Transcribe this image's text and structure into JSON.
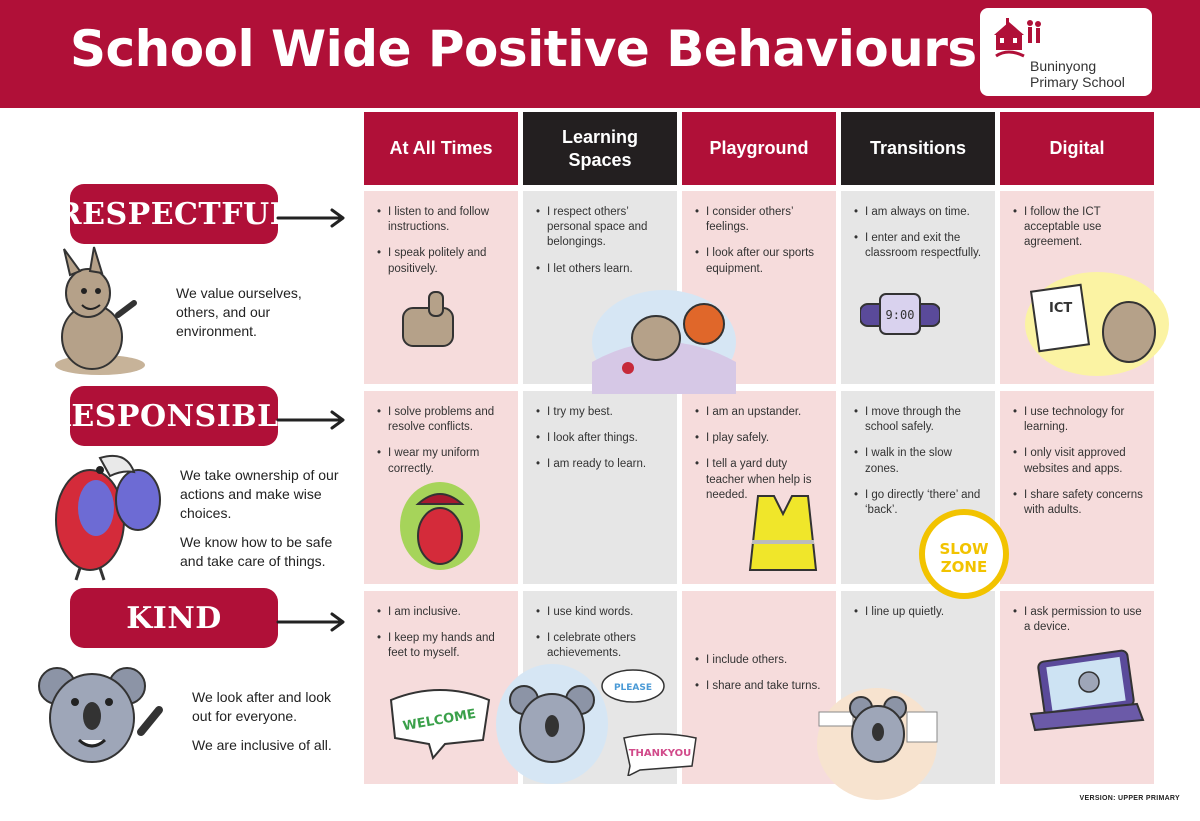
{
  "header": {
    "title": "School Wide Positive Behaviours",
    "logo_line1": "Buninyong",
    "logo_line2": "Primary School"
  },
  "columns": [
    "At All Times",
    "Learning Spaces",
    "Playground",
    "Transitions",
    "Digital"
  ],
  "rows": [
    {
      "label": "RESPECTFUL",
      "description": [
        "We value ourselves, others, and our environment."
      ],
      "cells": [
        [
          "I listen to and follow instructions.",
          "I speak politely and positively."
        ],
        [
          "I respect others’ personal space and belongings.",
          "I let others learn."
        ],
        [
          "I consider others’ feelings.",
          "I look after our sports equipment."
        ],
        [
          "I am always on time.",
          "I enter and exit the classroom respectfully."
        ],
        [
          "I follow the ICT acceptable use agreement."
        ]
      ]
    },
    {
      "label": "RESPONSIBLE",
      "description": [
        "We take ownership of our actions and make wise choices.",
        "We know how to be safe and take care of things."
      ],
      "cells": [
        [
          "I solve problems and resolve conflicts.",
          "I wear my uniform correctly."
        ],
        [
          "I try my best.",
          "I look after things.",
          "I am ready to learn."
        ],
        [
          "I am an upstander.",
          "I play safely.",
          "I tell a yard duty teacher when help is needed."
        ],
        [
          "I move through the school safely.",
          "I walk in the slow zones.",
          "I go directly ‘there’ and ‘back’."
        ],
        [
          "I use technology for learning.",
          "I only visit approved websites and apps.",
          "I share safety concerns with adults."
        ]
      ]
    },
    {
      "label": "KIND",
      "description": [
        "We look after and look out for everyone.",
        "We are inclusive of all."
      ],
      "cells": [
        [
          "I am inclusive.",
          "I keep my hands and feet to myself."
        ],
        [
          "I use kind words.",
          "I celebrate others achievements."
        ],
        [
          "I include others.",
          "I share and take turns."
        ],
        [
          "I line up quietly."
        ],
        [
          "I ask permission to use a device."
        ]
      ]
    }
  ],
  "illustrations": {
    "watch_time": "9:00",
    "ict_label": "ICT",
    "slow_zone_1": "SLOW",
    "slow_zone_2": "ZONE",
    "welcome": "WELCOME",
    "please": "PLEASE",
    "thankyou": "THANKYOU"
  },
  "footer": {
    "version": "VERSION: UPPER PRIMARY"
  },
  "colors": {
    "brand_red": "#b01038",
    "dark": "#231f20",
    "pink_cell": "#f6dcdc",
    "grey_cell": "#e6e6e6"
  }
}
